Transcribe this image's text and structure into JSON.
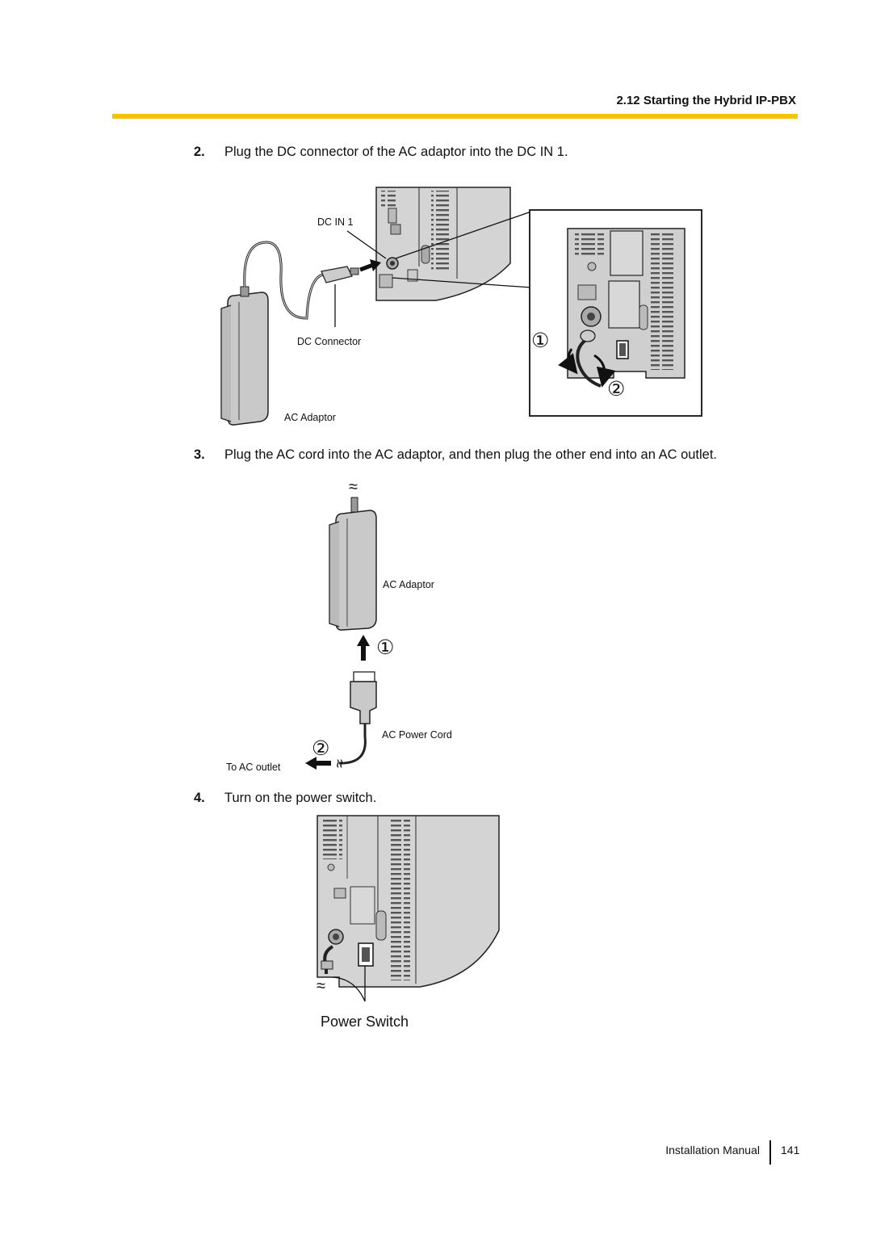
{
  "header": {
    "section_title": "2.12 Starting the Hybrid IP-PBX",
    "accent_color": "#f2c500"
  },
  "steps": [
    {
      "number": "2.",
      "text": "Plug the DC connector of the AC adaptor into the DC IN 1."
    },
    {
      "number": "3.",
      "text": "Plug the AC cord into the AC adaptor, and then plug the other end into an AC outlet."
    },
    {
      "number": "4.",
      "text": "Turn on the power switch."
    }
  ],
  "figure1": {
    "labels": {
      "dc_in": "DC IN 1",
      "dc_connector": "DC Connector",
      "ac_adaptor": "AC Adaptor"
    },
    "callouts": [
      "①",
      "②"
    ]
  },
  "figure2": {
    "labels": {
      "ac_adaptor": "AC Adaptor",
      "ac_power_cord": "AC Power Cord",
      "to_ac_outlet": "To AC outlet"
    },
    "callouts": [
      "①",
      "②"
    ],
    "tilde": "≈"
  },
  "figure3": {
    "labels": {
      "power_switch": "Power Switch"
    },
    "tilde": "≈"
  },
  "footer": {
    "manual_name": "Installation Manual",
    "page_number": "141"
  }
}
